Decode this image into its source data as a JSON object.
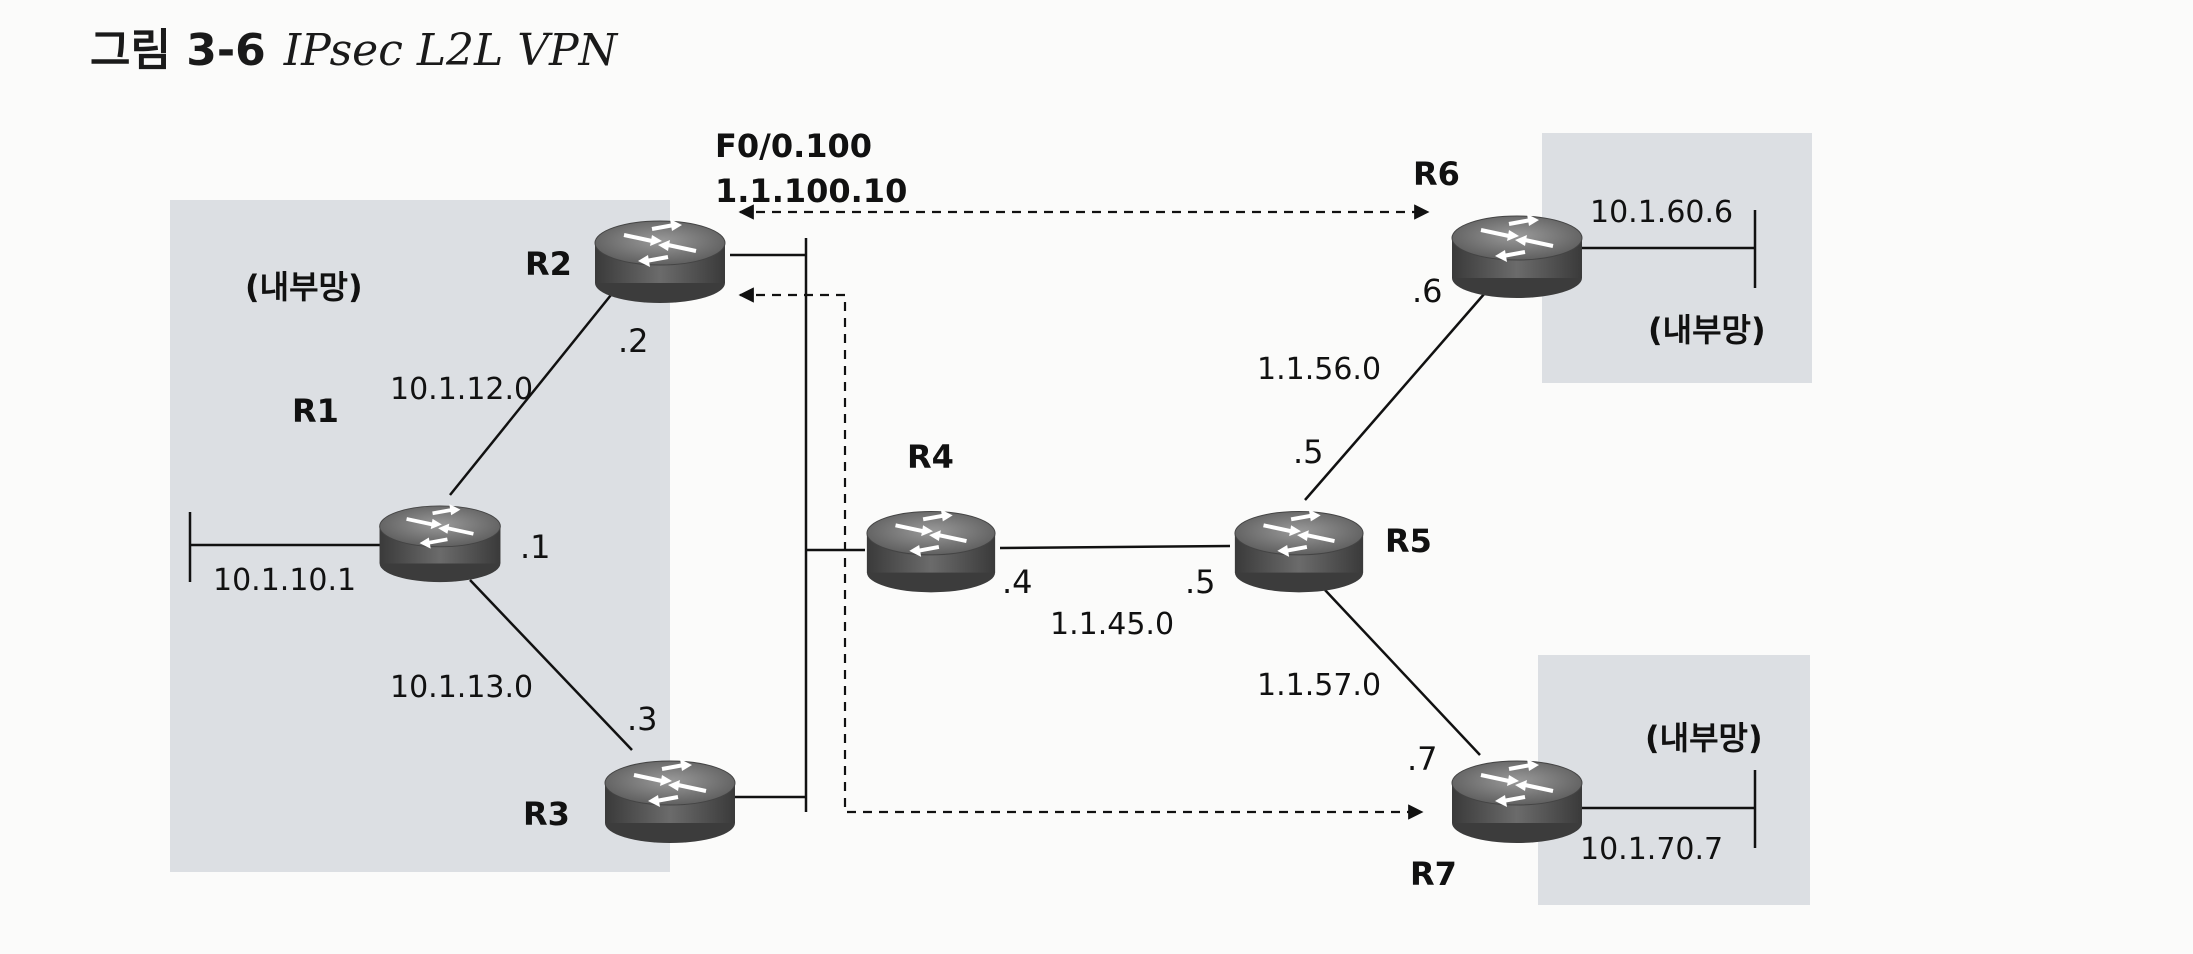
{
  "figure": {
    "number": "그림 3-6",
    "title": "IPsec L2L VPN"
  },
  "zones": {
    "internal_label": "(내부망)"
  },
  "interface_label": {
    "name": "F0/0.100",
    "ip": "1.1.100.10"
  },
  "routers": {
    "r1": "R1",
    "r2": "R2",
    "r3": "R3",
    "r4": "R4",
    "r5": "R5",
    "r6": "R6",
    "r7": "R7"
  },
  "networks": {
    "r1_r2": "10.1.12.0",
    "r1_r3": "10.1.13.0",
    "r1_lan": "10.1.10.1",
    "r4_r5": "1.1.45.0",
    "r5_r6": "1.1.56.0",
    "r5_r7": "1.1.57.0",
    "r6_lan": "10.1.60.6",
    "r7_lan": "10.1.70.7"
  },
  "host_ids": {
    "r1": ".1",
    "r2": ".2",
    "r3": ".3",
    "r4": ".4",
    "r5_left": ".5",
    "r5_top": ".5",
    "r6": ".6",
    "r7": ".7"
  },
  "colors": {
    "router_body": "#5c5c5c",
    "zone_fill": "#dcdfe3",
    "line": "#111111"
  }
}
